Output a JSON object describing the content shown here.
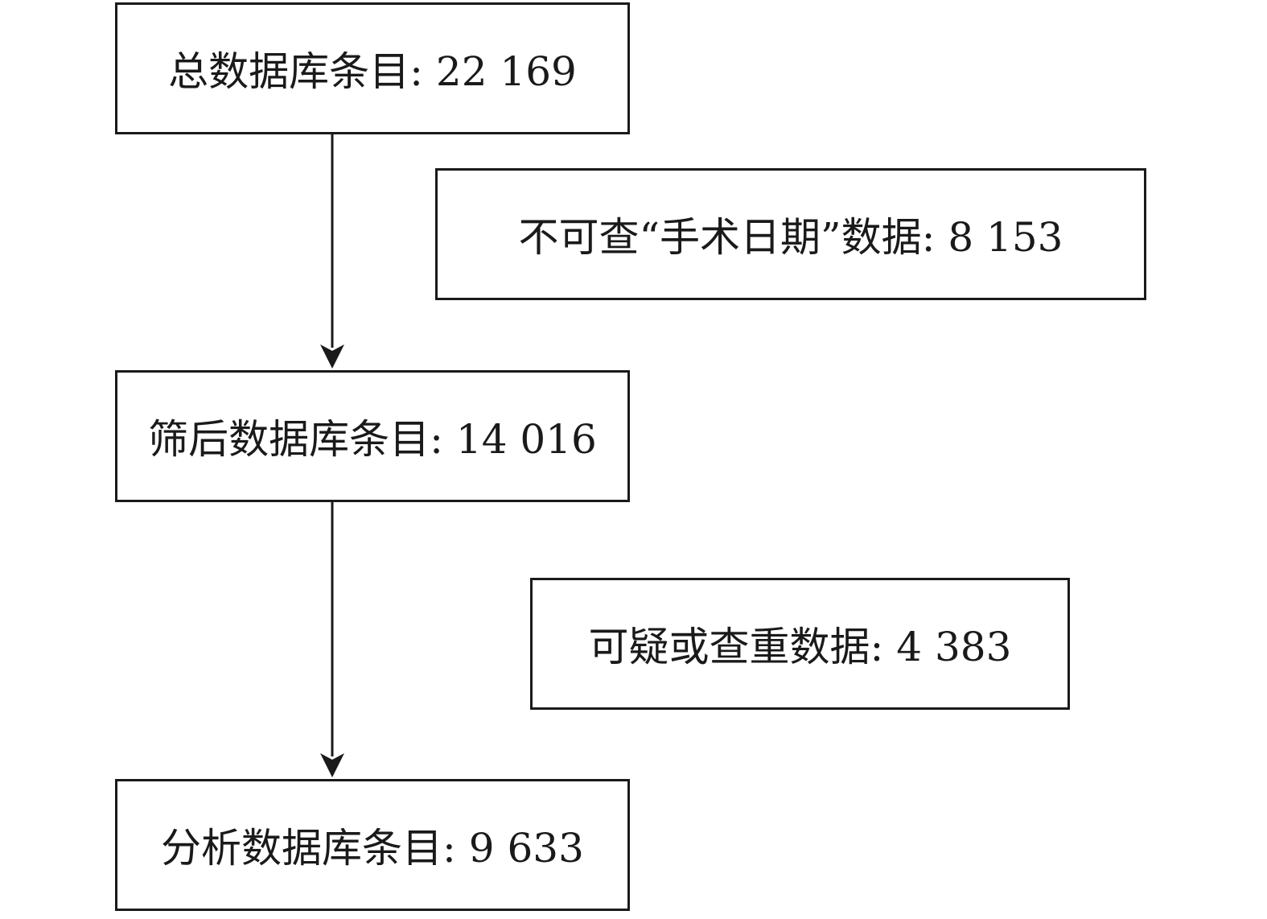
{
  "flowchart": {
    "total": "总数据库条目: 22 169",
    "excluded": "不可查“手术日期”数据: 8 153",
    "filtered": "筛后数据库条目: 14 016",
    "duplicates": "可疑或查重数据: 4 383",
    "analysis": "分析数据库条目: 9 633"
  }
}
